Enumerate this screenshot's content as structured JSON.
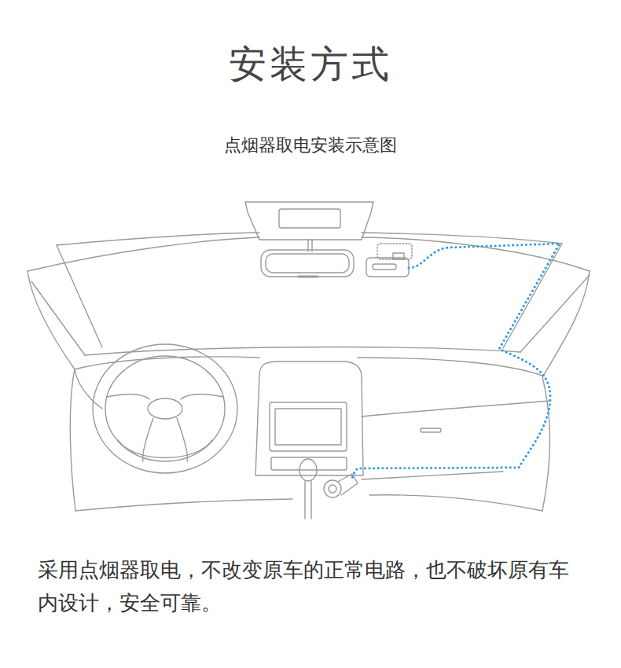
{
  "diagram": {
    "title": "安装方式",
    "caption": "采用点烟器取电，不改变原车的正常电路，也不破坏原有车内设计，安全可靠。",
    "labels": [
      "点烟器取电安装示意图"
    ]
  }
}
